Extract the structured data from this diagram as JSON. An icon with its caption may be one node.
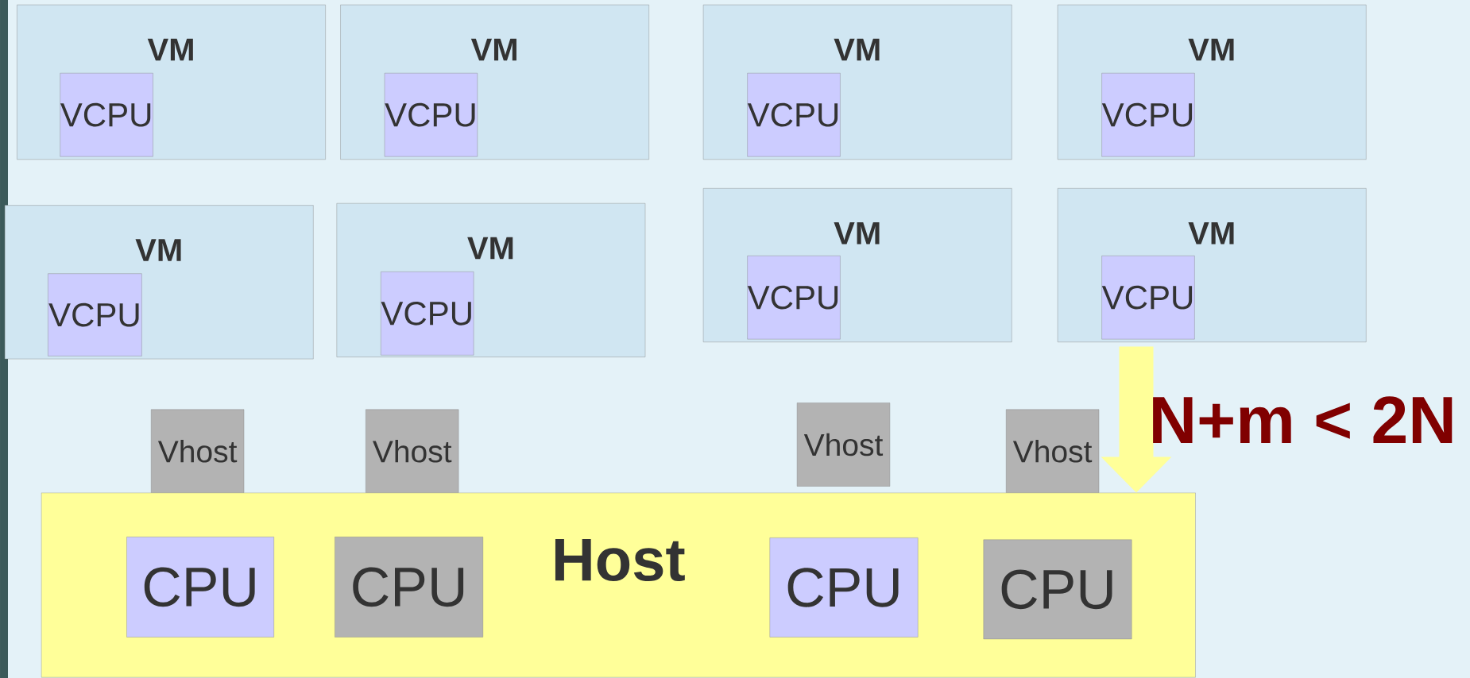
{
  "diagram": {
    "nodes": [
      {
        "text": [
          "VM"
        ]
      },
      {
        "text": [
          "VCPU"
        ],
        "in": 0
      },
      {
        "text": [
          "VM"
        ]
      },
      {
        "text": [
          "VCPU"
        ],
        "in": 2
      },
      {
        "text": [
          "VM"
        ]
      },
      {
        "text": [
          "VCPU"
        ],
        "in": 4
      },
      {
        "text": [
          "VM"
        ]
      },
      {
        "text": [
          "VCPU"
        ],
        "in": 6
      },
      {
        "text": [
          "VM"
        ]
      },
      {
        "text": [
          "VCPU"
        ],
        "in": 8
      },
      {
        "text": [
          "VM"
        ]
      },
      {
        "text": [
          "VCPU"
        ],
        "in": 10
      },
      {
        "text": [
          "VM"
        ]
      },
      {
        "text": [
          "VCPU"
        ],
        "in": 12
      },
      {
        "text": [
          "VM"
        ]
      },
      {
        "text": [
          "VCPU"
        ],
        "in": 14
      },
      {
        "text": [
          "Vhost"
        ]
      },
      {
        "text": [
          "Vhost"
        ]
      },
      {
        "text": [
          "Vhost"
        ]
      },
      {
        "text": [
          "Vhost"
        ]
      },
      {
        "text": [
          "Host"
        ]
      },
      {
        "text": [
          "CPU"
        ],
        "in": 20
      },
      {
        "text": [
          "CPU"
        ],
        "in": 20
      },
      {
        "text": [
          "CPU"
        ],
        "in": 20
      },
      {
        "text": [
          "CPU"
        ],
        "in": 20
      }
    ],
    "edges": [
      {
        "from": 14,
        "to": 20,
        "arrow": "to",
        "label": "N+m < 2N",
        "color": "#ffff99"
      }
    ]
  }
}
